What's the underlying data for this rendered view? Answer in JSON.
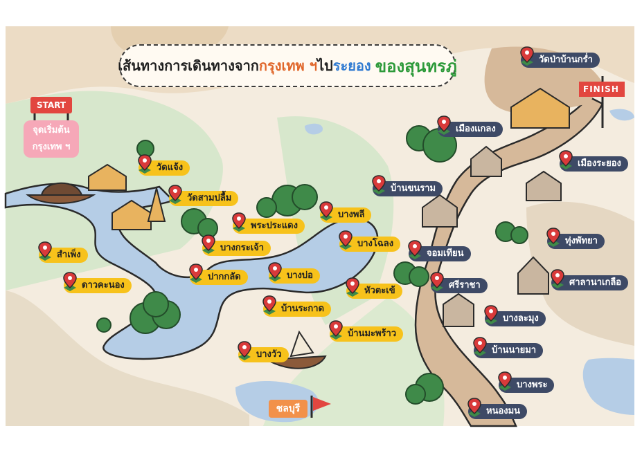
{
  "title": {
    "part1": "เส้นทางการเดินทางจาก",
    "part2": "กรุงเทพ ฯ",
    "part3": " ไป",
    "part4": "ระยอง",
    "part5": "ของสุนทรภู่"
  },
  "start": {
    "sign": "START",
    "line1": "จุดเริ่มต้น",
    "line2": "กรุงเทพ ฯ"
  },
  "finish": {
    "sign": "FINISH"
  },
  "chonburi": "ชลบุรี",
  "places_yellow": [
    "วัดแจ้ง",
    "วัดสามปลื้ม",
    "สำเพ็ง",
    "ดาวคะนอง",
    "พระประแดง",
    "บางกระเจ้า",
    "ปากกลัด",
    "บางบ่อ",
    "บ้านระกาด",
    "บางพลี",
    "บางโฉลง",
    "หัวตะเข้",
    "บ้านมะพร้าว",
    "บางวัว"
  ],
  "places_navy": [
    "วัดป่าบ้านกร่ำ",
    "เมืองแกลง",
    "เมืองระยอง",
    "บ้านขนราม",
    "ทุ่งพัทยา",
    "จอมเทียน",
    "ศรีราชา",
    "ศาลานาเกลือ",
    "บางละมุง",
    "บ้านนายมา",
    "บางพระ",
    "หนองมน"
  ],
  "colors": {
    "water": "#b5cde6",
    "road": "#d6b99a",
    "land_tan": "#ecdcc5",
    "land_green": "#d7e7cc",
    "label_yellow": "#f7c21b",
    "label_navy": "#3e4a66",
    "pin": "#d93a3a"
  }
}
